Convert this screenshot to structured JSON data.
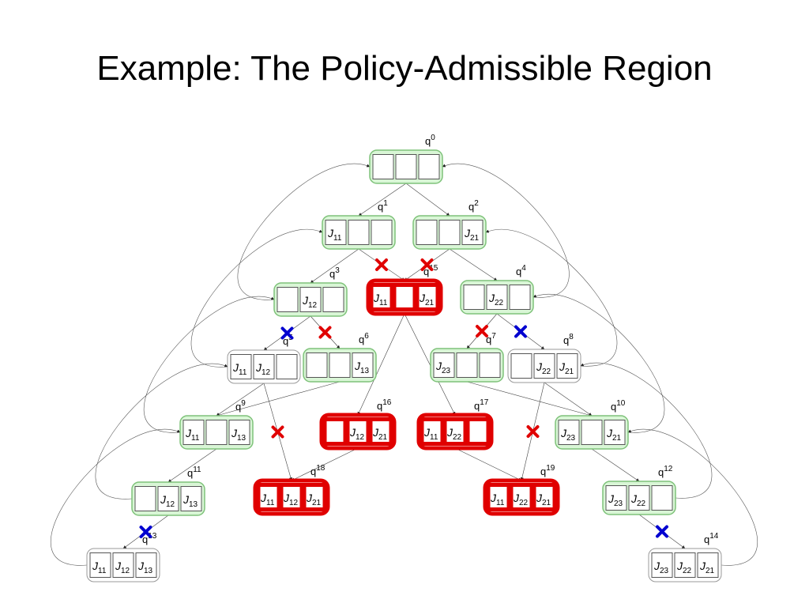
{
  "title": "Example: The Policy-Admissible Region",
  "colors": {
    "green_fill": "#d9f6d6",
    "green_stroke": "#7fc27a",
    "red": "#e00000",
    "blue": "#0000d0",
    "white_stroke": "#999999"
  },
  "nodes": [
    {
      "id": "q0",
      "label": "q",
      "sup": "0",
      "style": "green",
      "slots": [
        null,
        null,
        null
      ]
    },
    {
      "id": "q1",
      "label": "q",
      "sup": "1",
      "style": "green",
      "slots": [
        "11",
        null,
        null
      ]
    },
    {
      "id": "q2",
      "label": "q",
      "sup": "2",
      "style": "green",
      "slots": [
        null,
        null,
        "21"
      ]
    },
    {
      "id": "q15",
      "label": "q",
      "sup": "15",
      "style": "red",
      "slots": [
        "11",
        null,
        "21"
      ]
    },
    {
      "id": "q3",
      "label": "q",
      "sup": "3",
      "style": "green",
      "slots": [
        null,
        "12",
        null
      ]
    },
    {
      "id": "q4",
      "label": "q",
      "sup": "4",
      "style": "green",
      "slots": [
        null,
        "22",
        null
      ]
    },
    {
      "id": "q5",
      "label": "q",
      "sup": "5",
      "style": "white",
      "slots": [
        "11",
        "12",
        null
      ]
    },
    {
      "id": "q6",
      "label": "q",
      "sup": "6",
      "style": "green",
      "slots": [
        null,
        null,
        "13"
      ]
    },
    {
      "id": "q7",
      "label": "q",
      "sup": "7",
      "style": "green",
      "slots": [
        "23",
        null,
        null
      ]
    },
    {
      "id": "q8",
      "label": "q",
      "sup": "8",
      "style": "white",
      "slots": [
        null,
        "22",
        "21"
      ]
    },
    {
      "id": "q9",
      "label": "q",
      "sup": "9",
      "style": "green",
      "slots": [
        "11",
        null,
        "13"
      ]
    },
    {
      "id": "q16",
      "label": "q",
      "sup": "16",
      "style": "red",
      "slots": [
        null,
        "12",
        "21"
      ]
    },
    {
      "id": "q17",
      "label": "q",
      "sup": "17",
      "style": "red",
      "slots": [
        "11",
        "22",
        null
      ]
    },
    {
      "id": "q10",
      "label": "q",
      "sup": "10",
      "style": "green",
      "slots": [
        "23",
        null,
        "21"
      ]
    },
    {
      "id": "q11",
      "label": "q",
      "sup": "11",
      "style": "green",
      "slots": [
        null,
        "12",
        "13"
      ]
    },
    {
      "id": "q18",
      "label": "q",
      "sup": "18",
      "style": "red",
      "slots": [
        "11",
        "12",
        "21"
      ]
    },
    {
      "id": "q19",
      "label": "q",
      "sup": "19",
      "style": "red",
      "slots": [
        "11",
        "22",
        "21"
      ]
    },
    {
      "id": "q12",
      "label": "q",
      "sup": "12",
      "style": "green",
      "slots": [
        "23",
        "22",
        null
      ]
    },
    {
      "id": "q13",
      "label": "q",
      "sup": "13",
      "style": "white",
      "slots": [
        "11",
        "12",
        "13"
      ]
    },
    {
      "id": "q14",
      "label": "q",
      "sup": "14",
      "style": "white",
      "slots": [
        "23",
        "22",
        "21"
      ]
    }
  ],
  "job_prefix": "J",
  "edges": [
    [
      "q0",
      "q1"
    ],
    [
      "q0",
      "q2"
    ],
    [
      "q1",
      "q3"
    ],
    [
      "q1",
      "q15"
    ],
    [
      "q2",
      "q15"
    ],
    [
      "q2",
      "q4"
    ],
    [
      "q3",
      "q5"
    ],
    [
      "q3",
      "q6"
    ],
    [
      "q4",
      "q7"
    ],
    [
      "q4",
      "q8"
    ],
    [
      "q5",
      "q9"
    ],
    [
      "q5",
      "q18"
    ],
    [
      "q6",
      "q9"
    ],
    [
      "q7",
      "q10"
    ],
    [
      "q8",
      "q10"
    ],
    [
      "q8",
      "q19"
    ],
    [
      "q15",
      "q16"
    ],
    [
      "q15",
      "q17"
    ],
    [
      "q9",
      "q11"
    ],
    [
      "q16",
      "q18"
    ],
    [
      "q17",
      "q19"
    ],
    [
      "q10",
      "q12"
    ],
    [
      "q11",
      "q13"
    ],
    [
      "q12",
      "q14"
    ]
  ],
  "loops": [
    [
      "q3",
      "q0"
    ],
    [
      "q4",
      "q0"
    ],
    [
      "q5",
      "q1"
    ],
    [
      "q8",
      "q2"
    ],
    [
      "q9",
      "q3"
    ],
    [
      "q10",
      "q4"
    ],
    [
      "q11",
      "q5"
    ],
    [
      "q12",
      "q8"
    ],
    [
      "q13",
      "q9"
    ],
    [
      "q14",
      "q10"
    ]
  ],
  "crosses": [
    {
      "color": "red",
      "edge": [
        "q1",
        "q15"
      ]
    },
    {
      "color": "red",
      "edge": [
        "q2",
        "q15"
      ]
    },
    {
      "color": "blue",
      "edge": [
        "q3",
        "q5"
      ]
    },
    {
      "color": "red",
      "edge": [
        "q3",
        "q6"
      ]
    },
    {
      "color": "red",
      "edge": [
        "q4",
        "q7"
      ]
    },
    {
      "color": "blue",
      "edge": [
        "q4",
        "q8"
      ]
    },
    {
      "color": "red",
      "edge": [
        "q5",
        "q18"
      ]
    },
    {
      "color": "red",
      "edge": [
        "q8",
        "q19"
      ]
    },
    {
      "color": "blue",
      "edge": [
        "q11",
        "q13"
      ]
    },
    {
      "color": "blue",
      "edge": [
        "q12",
        "q14"
      ]
    }
  ]
}
